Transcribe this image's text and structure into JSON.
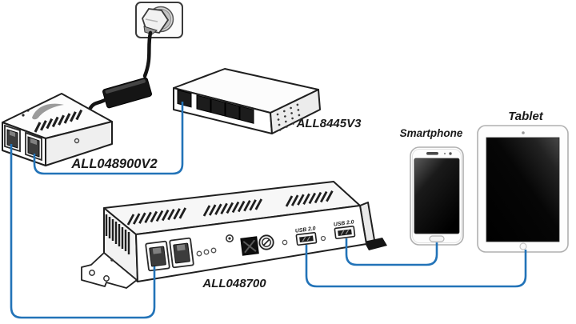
{
  "diagram": {
    "colors": {
      "cable_blue": "#2273b8",
      "outline": "#1f1f1f",
      "device_fill": "#ffffff",
      "adapter_black": "#151515"
    },
    "devices": {
      "wall_outlet": {
        "type": "power outlet with plug"
      },
      "power_adapter": {
        "type": "AC power adapter"
      },
      "injector": {
        "label": "ALL048900V2",
        "ethernet_ports": 2
      },
      "switch": {
        "label": "ALL8445V3",
        "ethernet_ports": 5
      },
      "usb_server": {
        "label": "ALL048700",
        "ethernet_ports": 2,
        "usb_ports": 2,
        "usb_port_labels": [
          "USB 2.0",
          "USB 2.0"
        ]
      },
      "smartphone": {
        "label": "Smartphone"
      },
      "tablet": {
        "label": "Tablet"
      }
    },
    "connections": [
      {
        "from": "wall_outlet",
        "to": "power_adapter",
        "type": "power-cable"
      },
      {
        "from": "power_adapter",
        "to": "injector",
        "type": "power-cable"
      },
      {
        "from": "injector",
        "to": "switch",
        "type": "ethernet-cable"
      },
      {
        "from": "injector",
        "to": "usb_server",
        "type": "ethernet-cable"
      },
      {
        "from": "usb_server",
        "to": "smartphone",
        "type": "usb-cable"
      },
      {
        "from": "usb_server",
        "to": "tablet",
        "type": "usb-cable"
      }
    ]
  }
}
